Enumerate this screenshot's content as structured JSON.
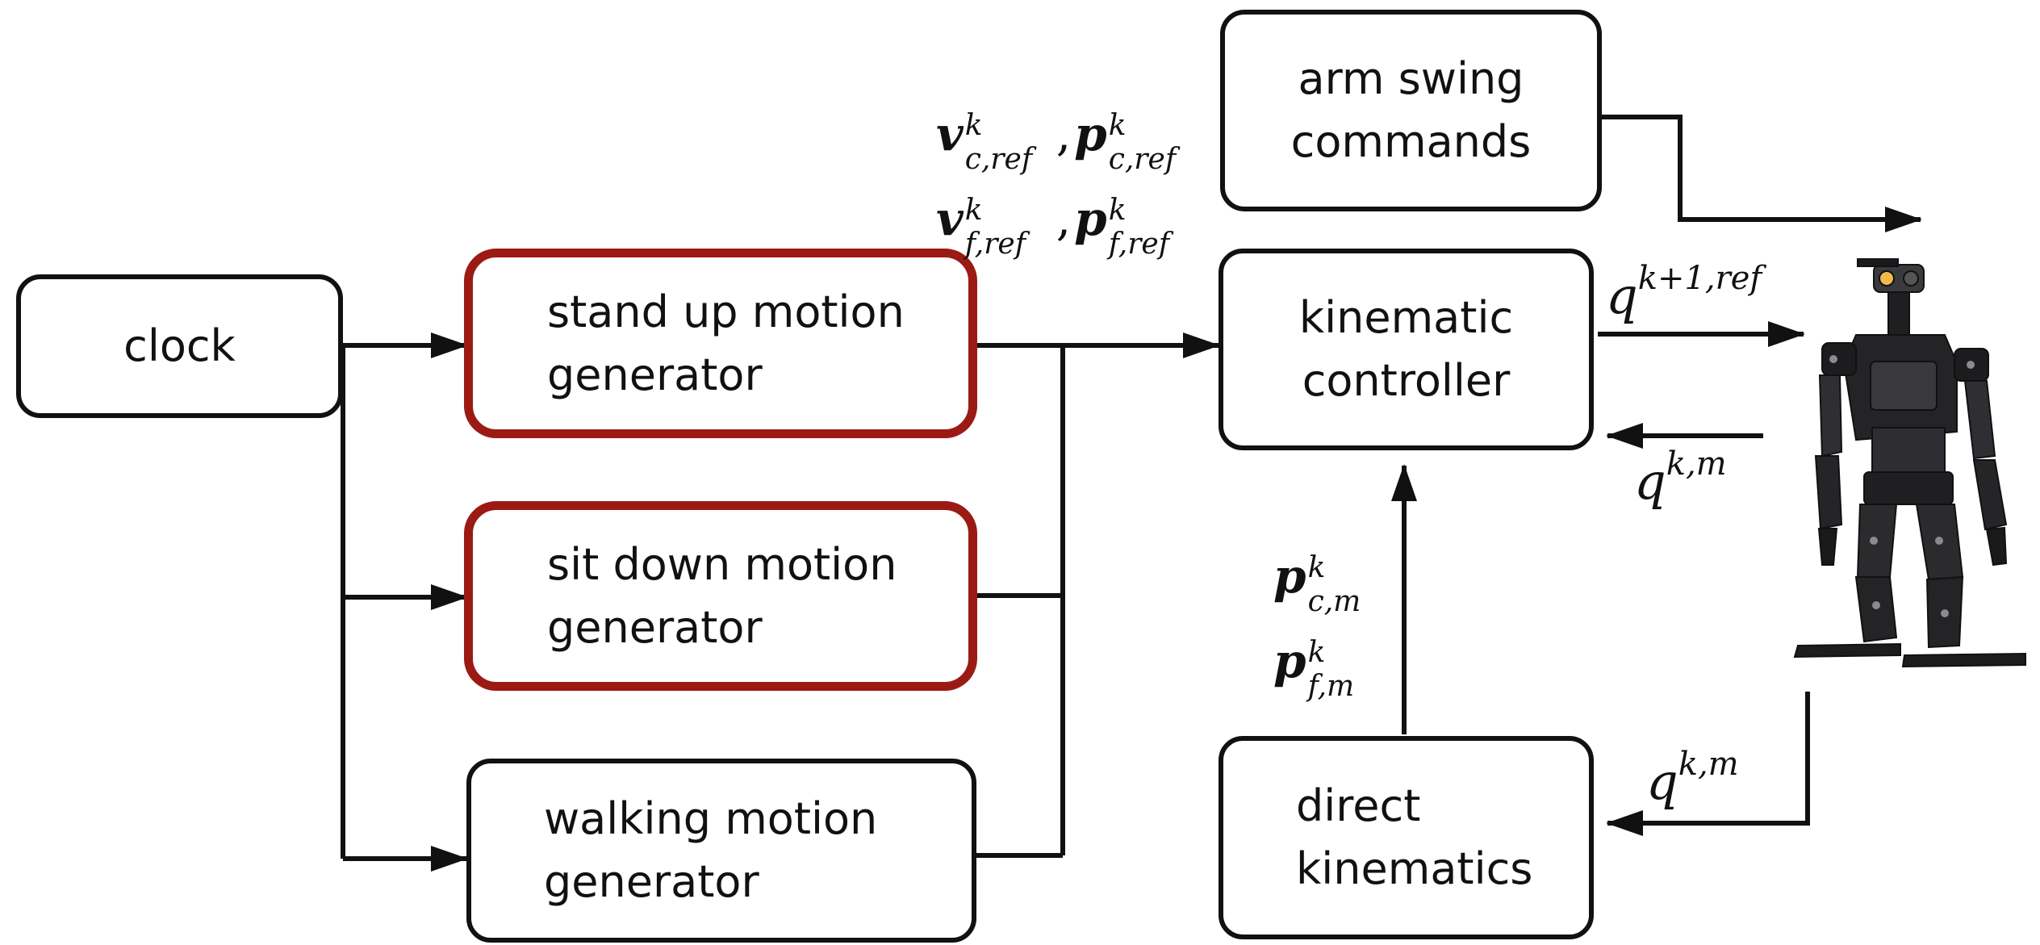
{
  "blocks": {
    "clock": {
      "label": "clock"
    },
    "stand_up": {
      "line1": "stand up motion",
      "line2": "generator"
    },
    "sit_down": {
      "line1": "sit down motion",
      "line2": "generator"
    },
    "walking": {
      "line1": "walking motion",
      "line2": "generator"
    },
    "arm_swing": {
      "line1": "arm swing",
      "line2": "commands"
    },
    "kinematic_controller": {
      "line1": "kinematic",
      "line2": "controller"
    },
    "direct_kinematics": {
      "line1": "direct",
      "line2": "kinematics"
    }
  },
  "labels": {
    "ref_c": {
      "v": "v",
      "v_sub": "c,ref",
      "sup": "k",
      "sep": ",",
      "p": "p",
      "p_sub": "c,ref"
    },
    "ref_f": {
      "v": "v",
      "v_sub": "f,ref",
      "sup": "k",
      "sep": ",",
      "p": "p",
      "p_sub": "f,ref"
    },
    "meas_c": {
      "p": "p",
      "sub": "c,m",
      "sup": "k"
    },
    "meas_f": {
      "p": "p",
      "sub": "f,m",
      "sup": "k"
    },
    "q_ref": {
      "q": "q",
      "sup": "k+1,ref"
    },
    "q_meas_top": {
      "q": "q",
      "sup": "k,m"
    },
    "q_meas_bottom": {
      "q": "q",
      "sup": "k,m"
    }
  },
  "colors": {
    "highlight_border": "#9b1b14",
    "line": "#111111"
  },
  "icons": {
    "robot": "humanoid-robot-icon"
  }
}
